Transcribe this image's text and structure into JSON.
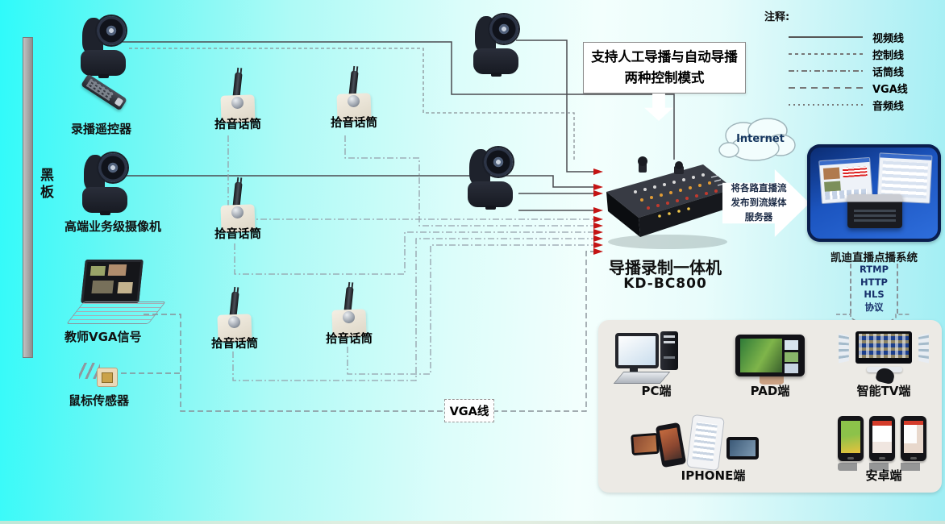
{
  "legend": {
    "title": "注释:",
    "items": [
      {
        "label": "视频线",
        "style": "solid"
      },
      {
        "label": "控制线",
        "style": "fine-dashed"
      },
      {
        "label": "话筒线",
        "style": "dash-dot"
      },
      {
        "label": "VGA线",
        "style": "dashed"
      },
      {
        "label": "音频线",
        "style": "dotted"
      }
    ]
  },
  "left_area": {
    "blackboard_label": "黑板",
    "remote_label": "录播遥控器",
    "camera_label": "高端业务级摄像机",
    "laptop_label": "教师VGA信号",
    "sensor_label": "鼠标传感器"
  },
  "mics": [
    {
      "label": "拾音话筒"
    },
    {
      "label": "拾音话筒"
    },
    {
      "label": "拾音话筒"
    },
    {
      "label": "拾音话筒"
    },
    {
      "label": "拾音话筒"
    }
  ],
  "center": {
    "mode_box_line1": "支持人工导播与自动导播",
    "mode_box_line2": "两种控制模式",
    "console_label": "导播录制一体机",
    "console_model": "KD-BC800",
    "vga_tag": "VGA线"
  },
  "right_area": {
    "internet_label": "Internet",
    "publish_line1": "将各路直播流",
    "publish_line2": "发布到流媒体",
    "publish_line3": "服务器",
    "system_label": "凯迪直播点播系统",
    "protocols": [
      "RTMP",
      "HTTP",
      "HLS",
      "协议"
    ]
  },
  "terminals": [
    {
      "label": "PC端"
    },
    {
      "label": "PAD端"
    },
    {
      "label": "智能TV端"
    },
    {
      "label": "IPHONE端"
    },
    {
      "label": "安卓端"
    }
  ],
  "colors": {
    "background_cyan": "#2ffafa",
    "arrow_red": "#c41414",
    "terminal_blue": "#4aa2dd",
    "system_box_blue": "#1c55c0",
    "line_gray": "#8a9298"
  }
}
